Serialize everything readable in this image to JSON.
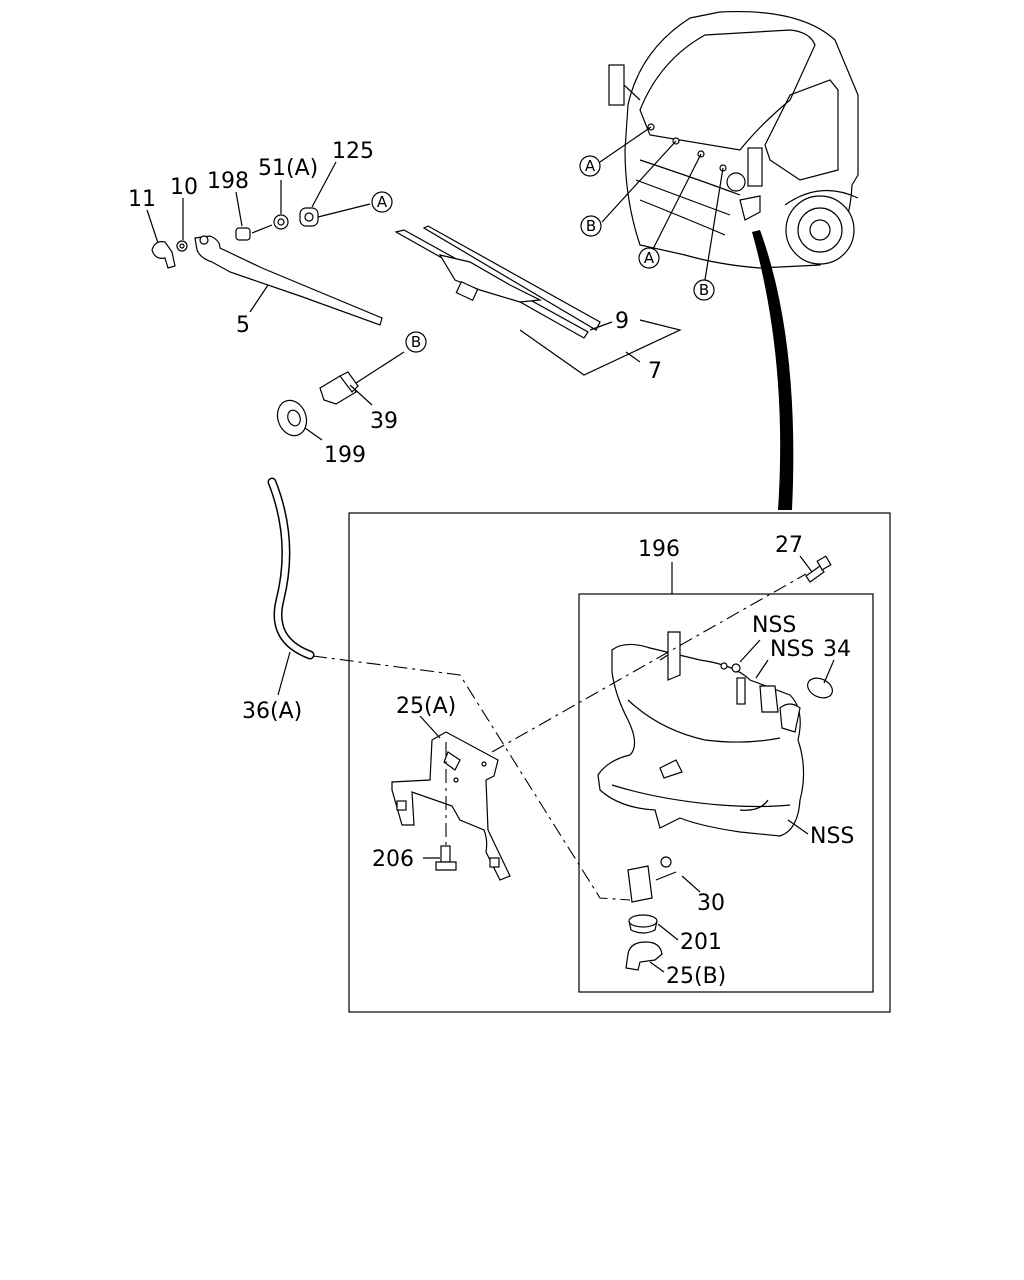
{
  "callouts": {
    "p11": "11",
    "p10": "10",
    "p198": "198",
    "p51a": "51(A)",
    "p125": "125",
    "p5": "5",
    "p9": "9",
    "p7": "7",
    "p39": "39",
    "p199": "199",
    "p36a": "36(A)",
    "p196": "196",
    "p27": "27",
    "nss1": "NSS",
    "nss2": "NSS",
    "p34": "34",
    "p25a": "25(A)",
    "nss3": "NSS",
    "p206": "206",
    "p30": "30",
    "p201": "201",
    "p25b": "25(B)"
  },
  "refs": {
    "a": "A",
    "b": "B"
  }
}
